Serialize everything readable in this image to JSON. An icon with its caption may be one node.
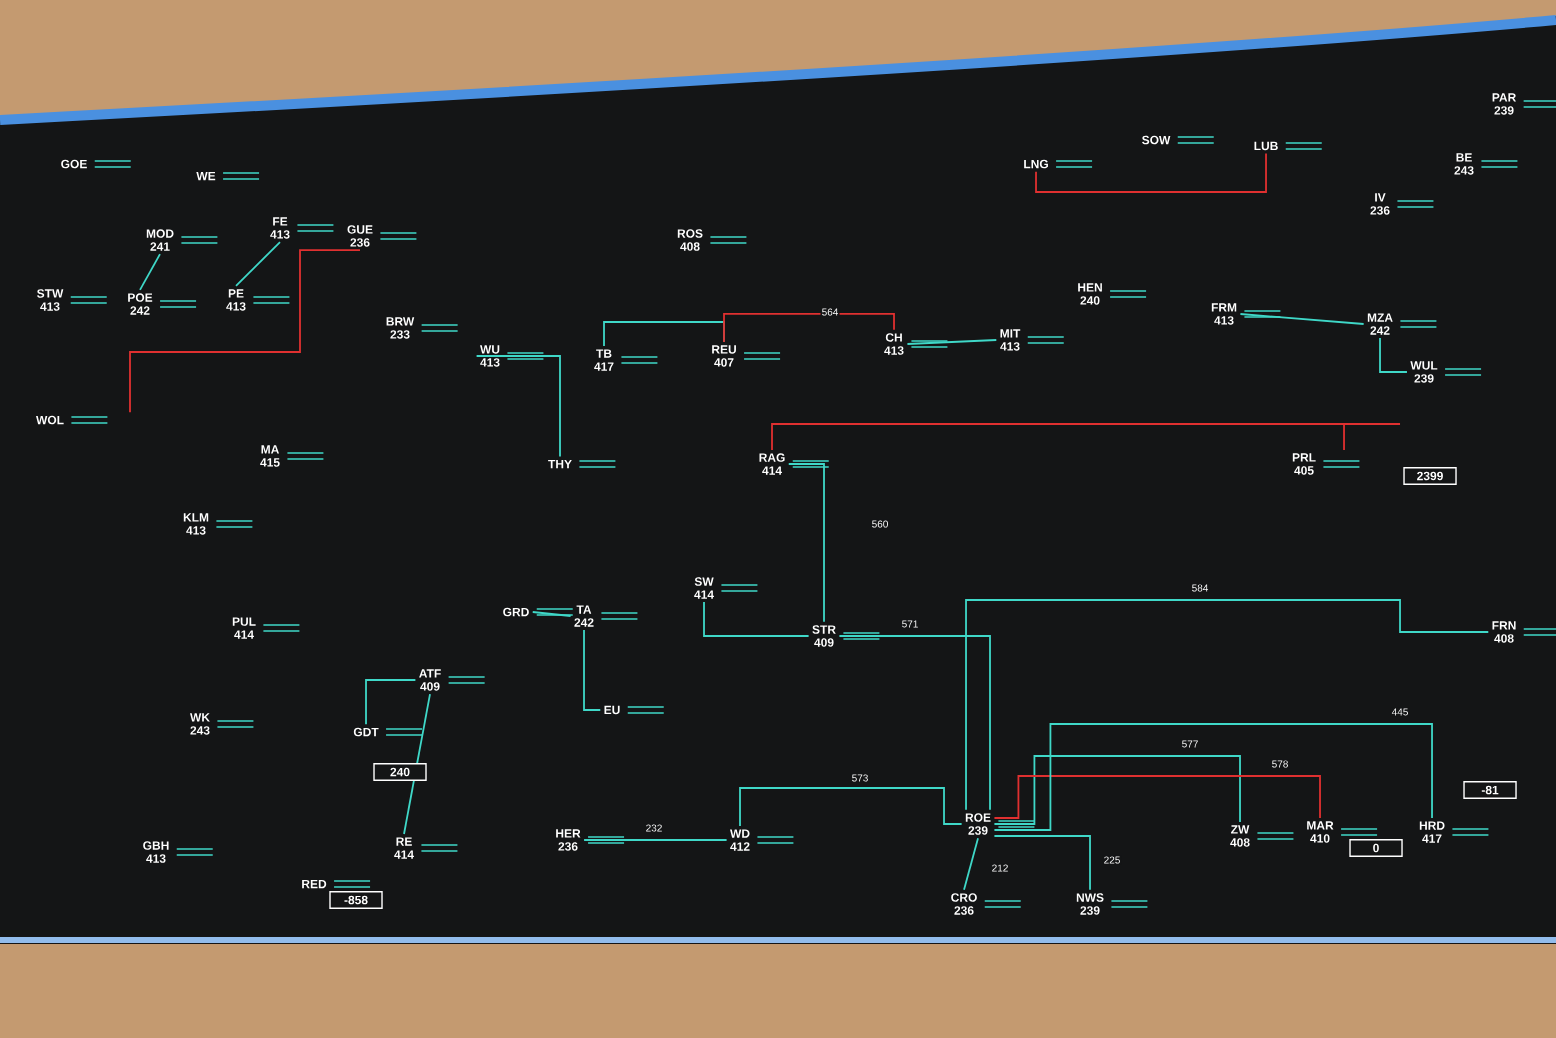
{
  "diagram": {
    "nodes": [
      {
        "text": [
          "GOE"
        ]
      },
      {
        "text": [
          "WE"
        ]
      },
      {
        "text": [
          "MOD",
          "241"
        ]
      },
      {
        "text": [
          "FE",
          "413"
        ]
      },
      {
        "text": [
          "GUE",
          "236"
        ]
      },
      {
        "text": [
          "STW",
          "413"
        ]
      },
      {
        "text": [
          "POE",
          "242"
        ]
      },
      {
        "text": [
          "PE",
          "413"
        ]
      },
      {
        "text": [
          "BRW",
          "233"
        ]
      },
      {
        "text": [
          "WU",
          "413"
        ]
      },
      {
        "text": [
          "WOL"
        ]
      },
      {
        "text": [
          "MA",
          "415"
        ]
      },
      {
        "text": [
          "KLM",
          "413"
        ]
      },
      {
        "text": [
          "PUL",
          "414"
        ]
      },
      {
        "text": [
          "WK",
          "243"
        ]
      },
      {
        "text": [
          "GDT"
        ]
      },
      {
        "text": [
          "ATF",
          "409"
        ]
      },
      {
        "text": [
          "GBH",
          "413"
        ]
      },
      {
        "text": [
          "RE",
          "414"
        ]
      },
      {
        "text": [
          "RED"
        ]
      },
      {
        "text": [
          "GRD"
        ]
      },
      {
        "text": [
          "TA",
          "242"
        ]
      },
      {
        "text": [
          "EU"
        ]
      },
      {
        "text": [
          "SW",
          "414"
        ]
      },
      {
        "text": [
          "STR",
          "409"
        ]
      },
      {
        "text": [
          "HER",
          "236"
        ]
      },
      {
        "text": [
          "WD",
          "412"
        ]
      },
      {
        "text": [
          "ROE",
          "239"
        ]
      },
      {
        "text": [
          "CRO",
          "236"
        ]
      },
      {
        "text": [
          "NWS",
          "239"
        ]
      },
      {
        "text": [
          "ZW",
          "408"
        ]
      },
      {
        "text": [
          "MAR",
          "410"
        ]
      },
      {
        "text": [
          "HRD",
          "417"
        ]
      },
      {
        "text": [
          "FRN",
          "408"
        ]
      },
      {
        "text": [
          "RAG",
          "414"
        ]
      },
      {
        "text": [
          "THY"
        ]
      },
      {
        "text": [
          "TB",
          "417"
        ]
      },
      {
        "text": [
          "REU",
          "407"
        ]
      },
      {
        "text": [
          "CH",
          "413"
        ]
      },
      {
        "text": [
          "MIT",
          "413"
        ]
      },
      {
        "text": [
          "HEN",
          "240"
        ]
      },
      {
        "text": [
          "FRM",
          "413"
        ]
      },
      {
        "text": [
          "MZA",
          "242"
        ]
      },
      {
        "text": [
          "WUL",
          "239"
        ]
      },
      {
        "text": [
          "PRL",
          "405"
        ]
      },
      {
        "text": [
          "ROS",
          "408"
        ]
      },
      {
        "text": [
          "LNG"
        ]
      },
      {
        "text": [
          "SOW"
        ]
      },
      {
        "text": [
          "LUB"
        ]
      },
      {
        "text": [
          "PAR",
          "239"
        ]
      },
      {
        "text": [
          "BE",
          "243"
        ]
      },
      {
        "text": [
          "IV",
          "236"
        ]
      }
    ],
    "edges": [
      {
        "from": 24,
        "to": 27,
        "arrow": "none",
        "label": "571"
      },
      {
        "from": 26,
        "to": 27,
        "arrow": "none",
        "label": "573"
      },
      {
        "from": 25,
        "to": 26,
        "arrow": "none",
        "label": "232"
      },
      {
        "from": 27,
        "to": 30,
        "arrow": "none",
        "label": "577"
      },
      {
        "from": 27,
        "to": 31,
        "arrow": "none",
        "label": "578",
        "color": "#e03030"
      },
      {
        "from": 27,
        "to": 32,
        "arrow": "none",
        "label": "445"
      },
      {
        "from": 27,
        "to": 33,
        "arrow": "none",
        "label": "584"
      },
      {
        "from": 27,
        "to": 28,
        "arrow": "none",
        "label": "212"
      },
      {
        "from": 27,
        "to": 29,
        "arrow": "none",
        "label": "225"
      },
      {
        "from": 24,
        "to": 23,
        "arrow": "none"
      },
      {
        "from": 34,
        "to": 24,
        "arrow": "none",
        "label": "560"
      },
      {
        "from": 34,
        "to": 44,
        "arrow": "none",
        "color": "#e03030"
      },
      {
        "from": 21,
        "to": 22,
        "arrow": "none"
      },
      {
        "from": 20,
        "to": 21,
        "arrow": "none"
      },
      {
        "from": 16,
        "to": 18,
        "arrow": "none"
      },
      {
        "from": 15,
        "to": 16,
        "arrow": "none"
      },
      {
        "from": 10,
        "to": 4,
        "arrow": "none",
        "color": "#e03030"
      },
      {
        "from": 6,
        "to": 2,
        "arrow": "none"
      },
      {
        "from": 7,
        "to": 3,
        "arrow": "none"
      },
      {
        "from": 36,
        "to": 37,
        "arrow": "none"
      },
      {
        "from": 37,
        "to": 38,
        "arrow": "none",
        "label": "564",
        "color": "#e03030"
      },
      {
        "from": 38,
        "to": 39,
        "arrow": "none"
      },
      {
        "from": 41,
        "to": 42,
        "arrow": "none"
      },
      {
        "from": 42,
        "to": 43,
        "arrow": "none"
      },
      {
        "from": 46,
        "to": 48,
        "arrow": "none",
        "color": "#e03030"
      },
      {
        "from": 35,
        "to": 9,
        "arrow": "none"
      }
    ],
    "labels": [
      "0",
      "-858",
      "240",
      "-81",
      "2399"
    ]
  }
}
